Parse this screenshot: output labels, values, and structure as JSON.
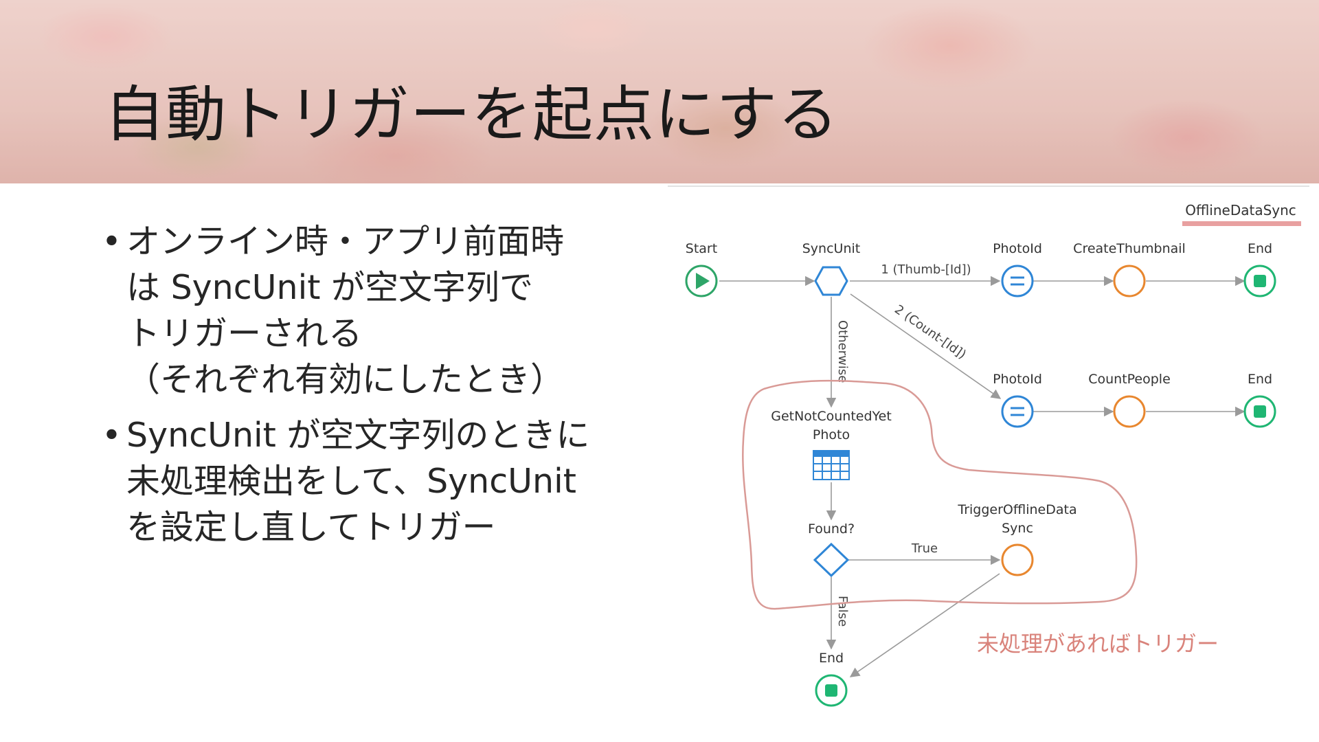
{
  "slide": {
    "title": "自動トリガーを起点にする",
    "bullets": [
      {
        "lines": [
          "オンライン時・アプリ前面時",
          "は SyncUnit が空文字列で",
          "トリガーされる",
          "（それぞれ有効にしたとき）"
        ]
      },
      {
        "lines": [
          "SyncUnit が空文字列のときに",
          "未処理検出をして、SyncUnit",
          "を設定し直してトリガー"
        ]
      }
    ],
    "bullet_symbol": "•"
  },
  "diagram": {
    "tab_label": "OfflineDataSync",
    "nodes": {
      "start": "Start",
      "sync_unit": "SyncUnit",
      "photo_id_1": "PhotoId",
      "create_thumbnail": "CreateThumbnail",
      "end_1": "End",
      "photo_id_2": "PhotoId",
      "count_people": "CountPeople",
      "end_2": "End",
      "get_not_counted_line1": "GetNotCountedYet",
      "get_not_counted_line2": "Photo",
      "found": "Found?",
      "trigger_line1": "TriggerOfflineData",
      "trigger_line2": "Sync",
      "end_3": "End"
    },
    "edges": {
      "branch_1": "1 (Thumb-[Id])",
      "branch_2": "2 (Count-[Id])",
      "otherwise": "Otherwise",
      "true_label": "True",
      "false_label": "False"
    },
    "annotation": "未処理があればトリガー",
    "colors": {
      "start": "#2ea568",
      "end": "#1fb673",
      "decision": "#2f86d6",
      "assign": "#2f86d6",
      "action": "#e8872f",
      "annotation": "#d9837b",
      "edge": "#9a9a9a",
      "tab_underline": "#e8a0a0"
    },
    "icons": {
      "start": "play-icon",
      "end": "stop-square-icon",
      "sync_unit": "hexagon-switch-icon",
      "photo_id": "assign-equals-icon",
      "action": "circle-action-icon",
      "aggregate": "table-grid-icon",
      "found": "diamond-if-icon"
    }
  }
}
